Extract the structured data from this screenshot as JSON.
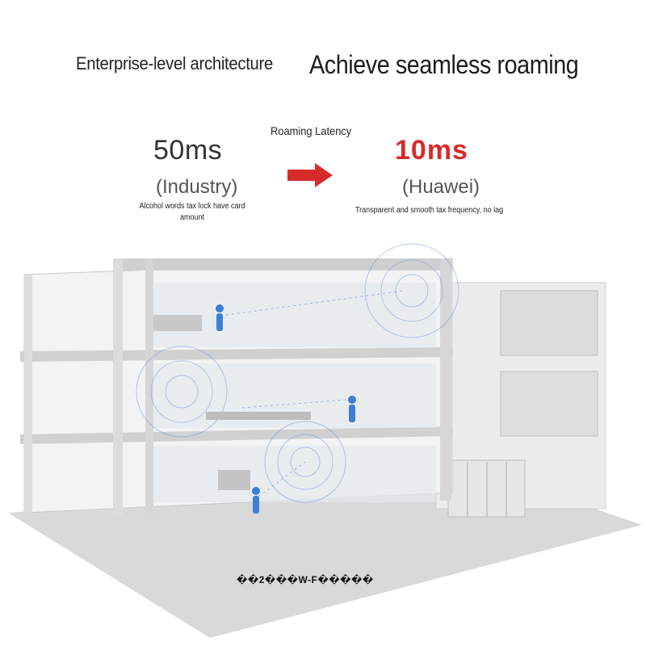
{
  "header": {
    "left_title": "Enterprise-level architecture",
    "right_title": "Achieve seamless roaming"
  },
  "latency": {
    "label": "Roaming Latency",
    "industry": {
      "value": "50ms",
      "label": "(Industry)",
      "note": "Alcohol words tax lock have card amount"
    },
    "huawei": {
      "value": "10ms",
      "label": "(Huawei)",
      "note": "Transparent and smooth tax frequency, no lag"
    }
  },
  "footer": {
    "caption": "��2���W-F�����"
  },
  "colors": {
    "accent_red": "#d72b2b",
    "signal_blue": "#5b8fd6",
    "building": "#e9e9e9"
  },
  "icons": [
    "right-arrow-icon",
    "wifi-signal-icon"
  ]
}
